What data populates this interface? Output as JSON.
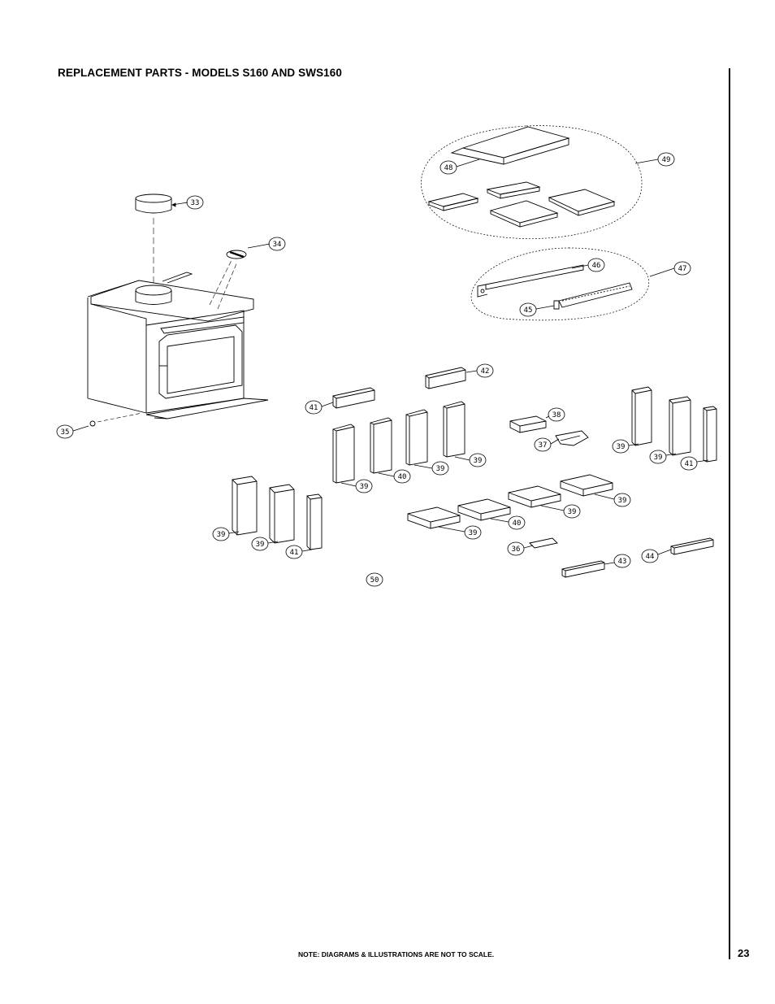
{
  "page": {
    "title": "REPLACEMENT PARTS - MODELS S160 AND SWS160",
    "footer_note": "NOTE: DIAGRAMS & ILLUSTRATIONS ARE NOT TO SCALE.",
    "page_number": "23"
  },
  "callouts": {
    "c33": "33",
    "c34": "34",
    "c35": "35",
    "c49": "49",
    "c48": "48",
    "c47": "47",
    "c46": "46",
    "c45": "45",
    "c42": "42",
    "c41a": "41",
    "c38": "38",
    "c37": "37",
    "c39a": "39",
    "c40a": "40",
    "c39b": "39",
    "c39c": "39",
    "c39d": "39",
    "c39e": "39",
    "c41b": "41",
    "c39f": "39",
    "c39g": "39",
    "c41c": "41",
    "c39h": "39",
    "c39i": "39",
    "c40b": "40",
    "c39j": "39",
    "c36": "36",
    "c43": "43",
    "c44": "44",
    "c50": "50"
  }
}
